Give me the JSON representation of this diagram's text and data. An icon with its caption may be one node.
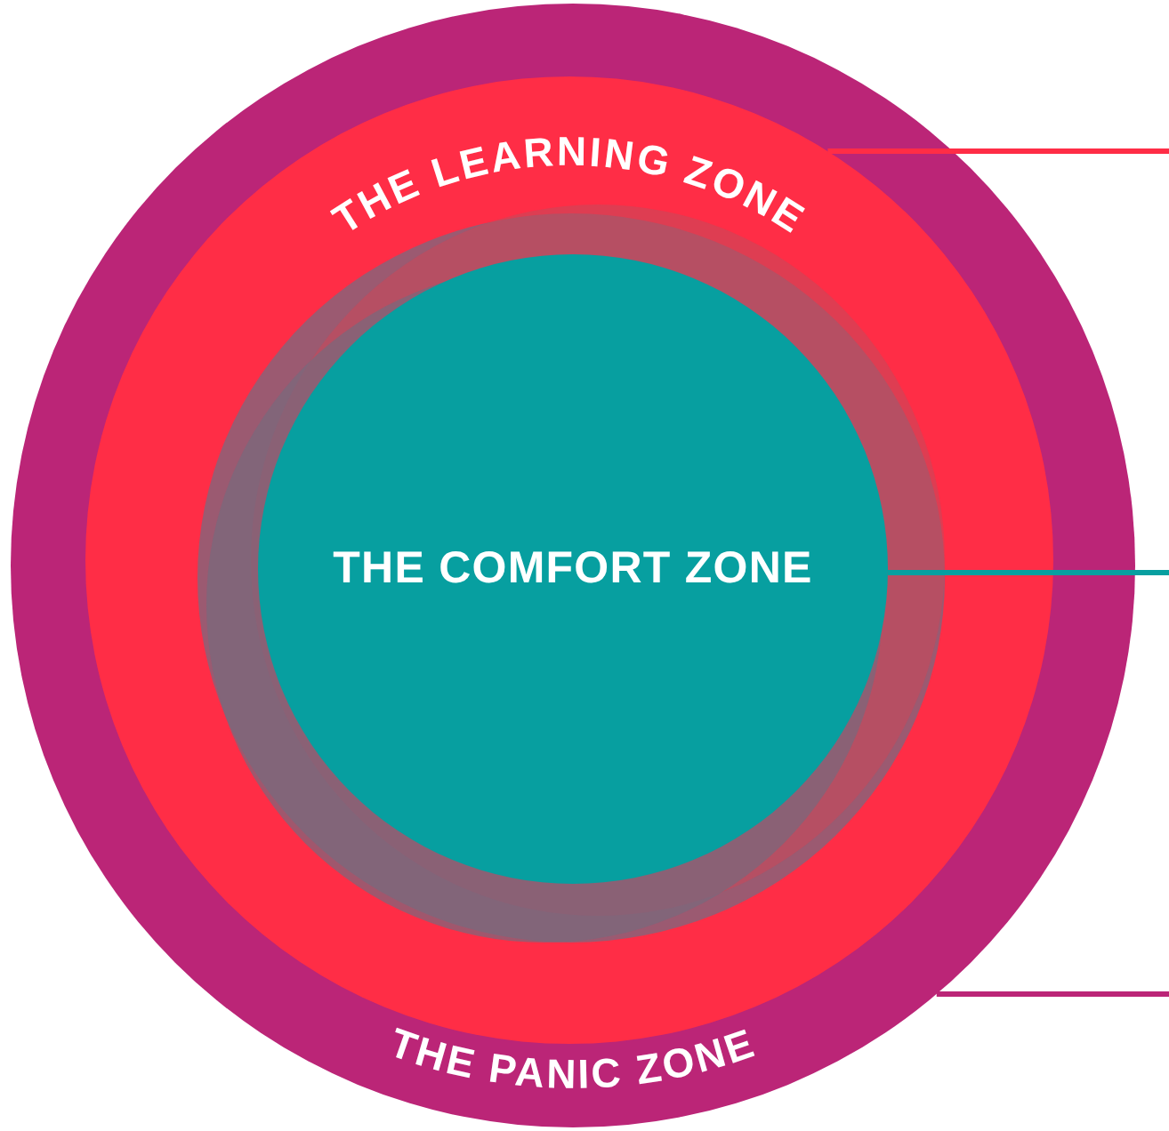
{
  "diagram": {
    "nodes": [
      {
        "text": [
          "THE PANIC ZONE"
        ]
      },
      {
        "text": [
          "THE LEARNING ZONE"
        ],
        "in": 0
      },
      {
        "text": [
          "THE COMFORT ZONE"
        ],
        "in": 1
      }
    ],
    "edges": [
      {
        "from": 1,
        "to": null,
        "arrow": "none",
        "color": "#ff2d46"
      },
      {
        "from": 2,
        "to": null,
        "arrow": "none",
        "color": "#079fa0"
      },
      {
        "from": 0,
        "to": null,
        "arrow": "none",
        "color": "#bb2577"
      }
    ]
  }
}
